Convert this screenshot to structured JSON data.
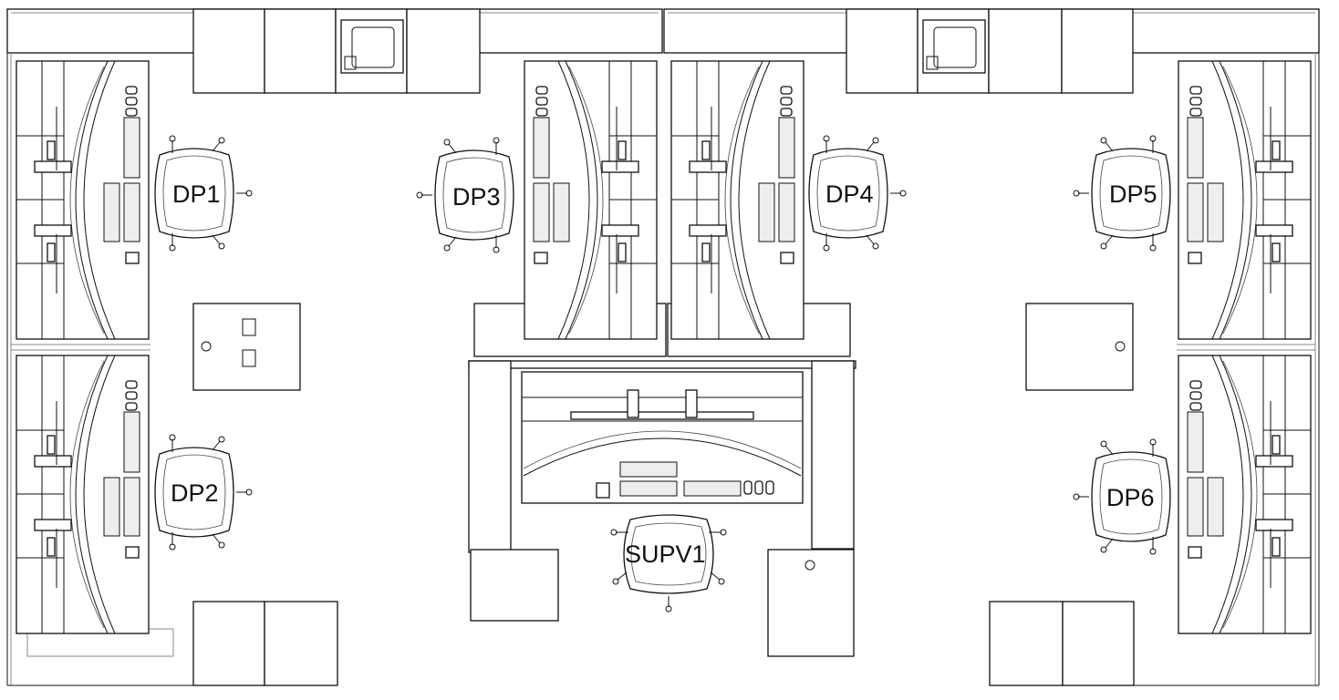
{
  "stations": [
    {
      "id": "dp1",
      "label": "DP1"
    },
    {
      "id": "dp2",
      "label": "DP2"
    },
    {
      "id": "dp3",
      "label": "DP3"
    },
    {
      "id": "dp4",
      "label": "DP4"
    },
    {
      "id": "dp5",
      "label": "DP5"
    },
    {
      "id": "dp6",
      "label": "DP6"
    },
    {
      "id": "supv1",
      "label": "SUPV1"
    }
  ],
  "colors": {
    "line": "#111111",
    "background": "#ffffff",
    "fill": "#eeeeee"
  }
}
